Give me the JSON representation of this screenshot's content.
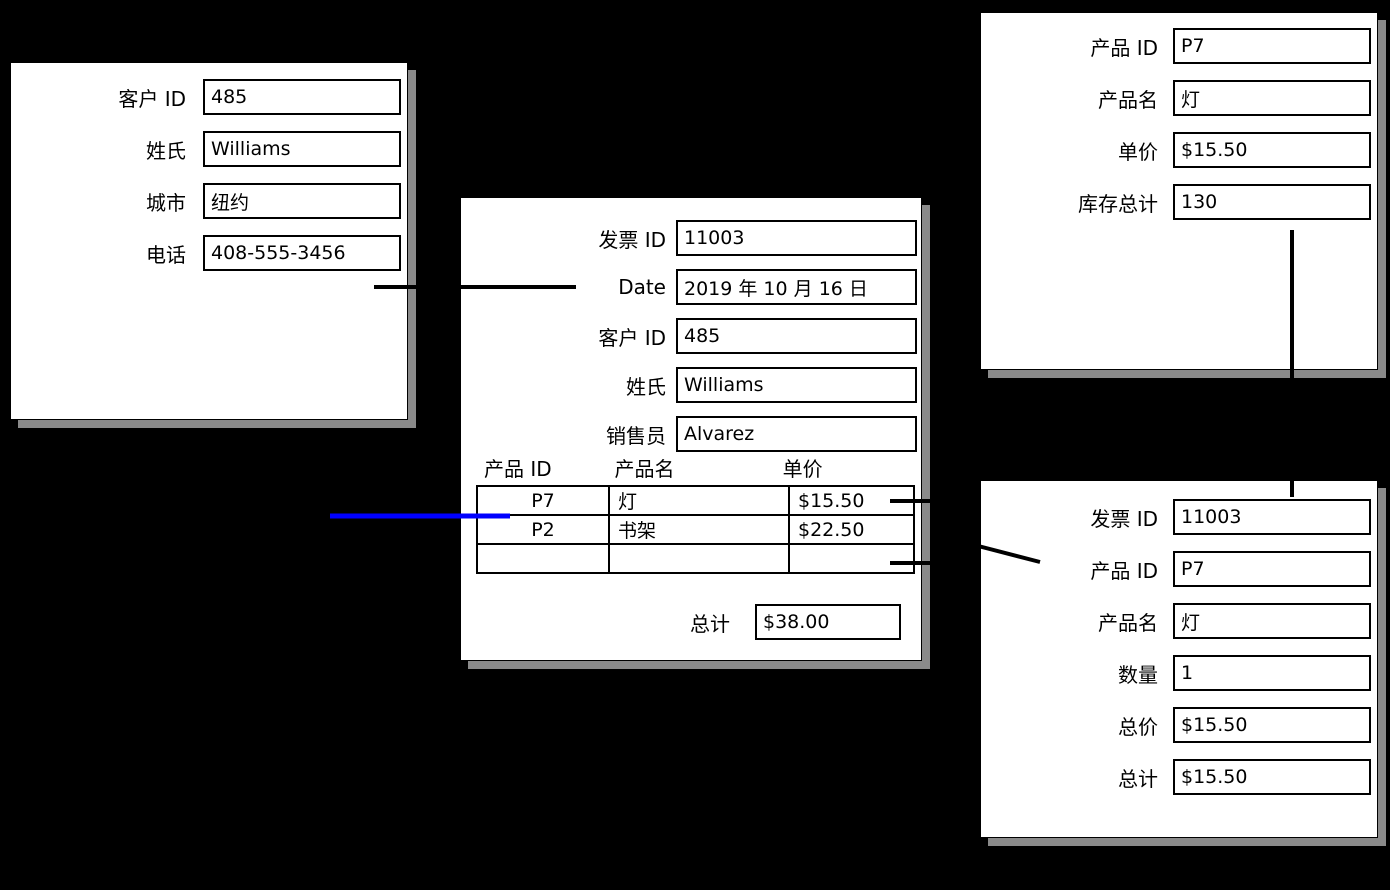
{
  "colors": {
    "background": "#000000",
    "panel_bg": "#ffffff",
    "panel_shadow": "#8a8a8a",
    "border": "#000000",
    "connector_black": "#000000",
    "connector_blue": "#0000ff"
  },
  "customer_form": {
    "fields": [
      {
        "label": "客户 ID",
        "value": "485"
      },
      {
        "label": "姓氏",
        "value": "Williams"
      },
      {
        "label": "城市",
        "value": "纽约"
      },
      {
        "label": "电话",
        "value": "408-555-3456"
      }
    ]
  },
  "invoice_form": {
    "fields": [
      {
        "label": "发票 ID",
        "value": "11003"
      },
      {
        "label": "Date",
        "value": "2019 年 10 月 16 日"
      },
      {
        "label": "客户 ID",
        "value": "485"
      },
      {
        "label": "姓氏",
        "value": "Williams"
      },
      {
        "label": "销售员",
        "value": "Alvarez"
      }
    ],
    "line_items": {
      "columns": [
        "产品 ID",
        "产品名",
        "单价"
      ],
      "rows": [
        [
          "P7",
          "灯",
          "$15.50"
        ],
        [
          "P2",
          "书架",
          "$22.50"
        ],
        [
          "",
          "",
          ""
        ]
      ]
    },
    "total": {
      "label": "总计",
      "value": "$38.00"
    }
  },
  "product_form": {
    "fields": [
      {
        "label": "产品 ID",
        "value": "P7"
      },
      {
        "label": "产品名",
        "value": "灯"
      },
      {
        "label": "单价",
        "value": "$15.50"
      },
      {
        "label": "库存总计",
        "value": "130"
      }
    ]
  },
  "line_item_form": {
    "fields": [
      {
        "label": "发票 ID",
        "value": "11003"
      },
      {
        "label": "产品 ID",
        "value": "P7"
      },
      {
        "label": "产品名",
        "value": "灯"
      },
      {
        "label": "数量",
        "value": "1"
      },
      {
        "label": "总价",
        "value": "$15.50"
      },
      {
        "label": "总计",
        "value": "$15.50"
      }
    ]
  }
}
